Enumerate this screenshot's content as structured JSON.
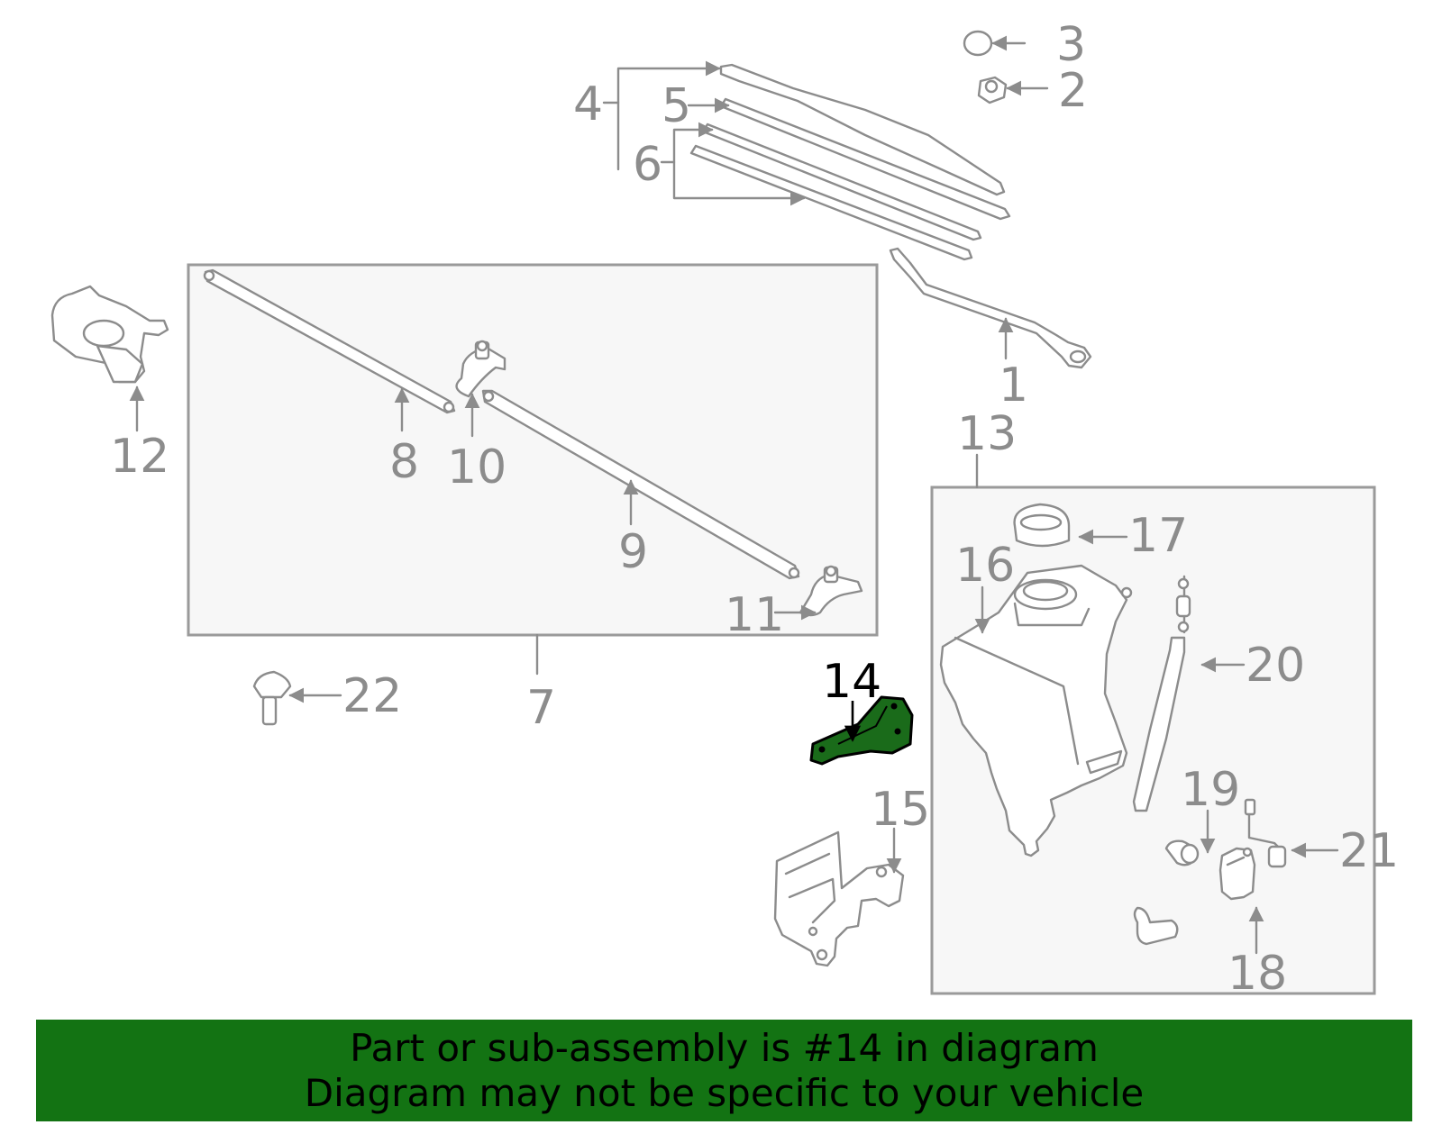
{
  "callouts": {
    "c1": "1",
    "c2": "2",
    "c3": "3",
    "c4": "4",
    "c5": "5",
    "c6": "6",
    "c7": "7",
    "c8": "8",
    "c9": "9",
    "c10": "10",
    "c11": "11",
    "c12": "12",
    "c13": "13",
    "c14": "14",
    "c15": "15",
    "c16": "16",
    "c17": "17",
    "c18": "18",
    "c19": "19",
    "c20": "20",
    "c21": "21",
    "c22": "22"
  },
  "highlight": {
    "part": "14",
    "color": "#1a6b1a"
  },
  "banner": {
    "line1": "Part or sub-assembly is #14 in diagram",
    "line2": "Diagram may not be specific to your vehicle",
    "color": "#137313"
  }
}
